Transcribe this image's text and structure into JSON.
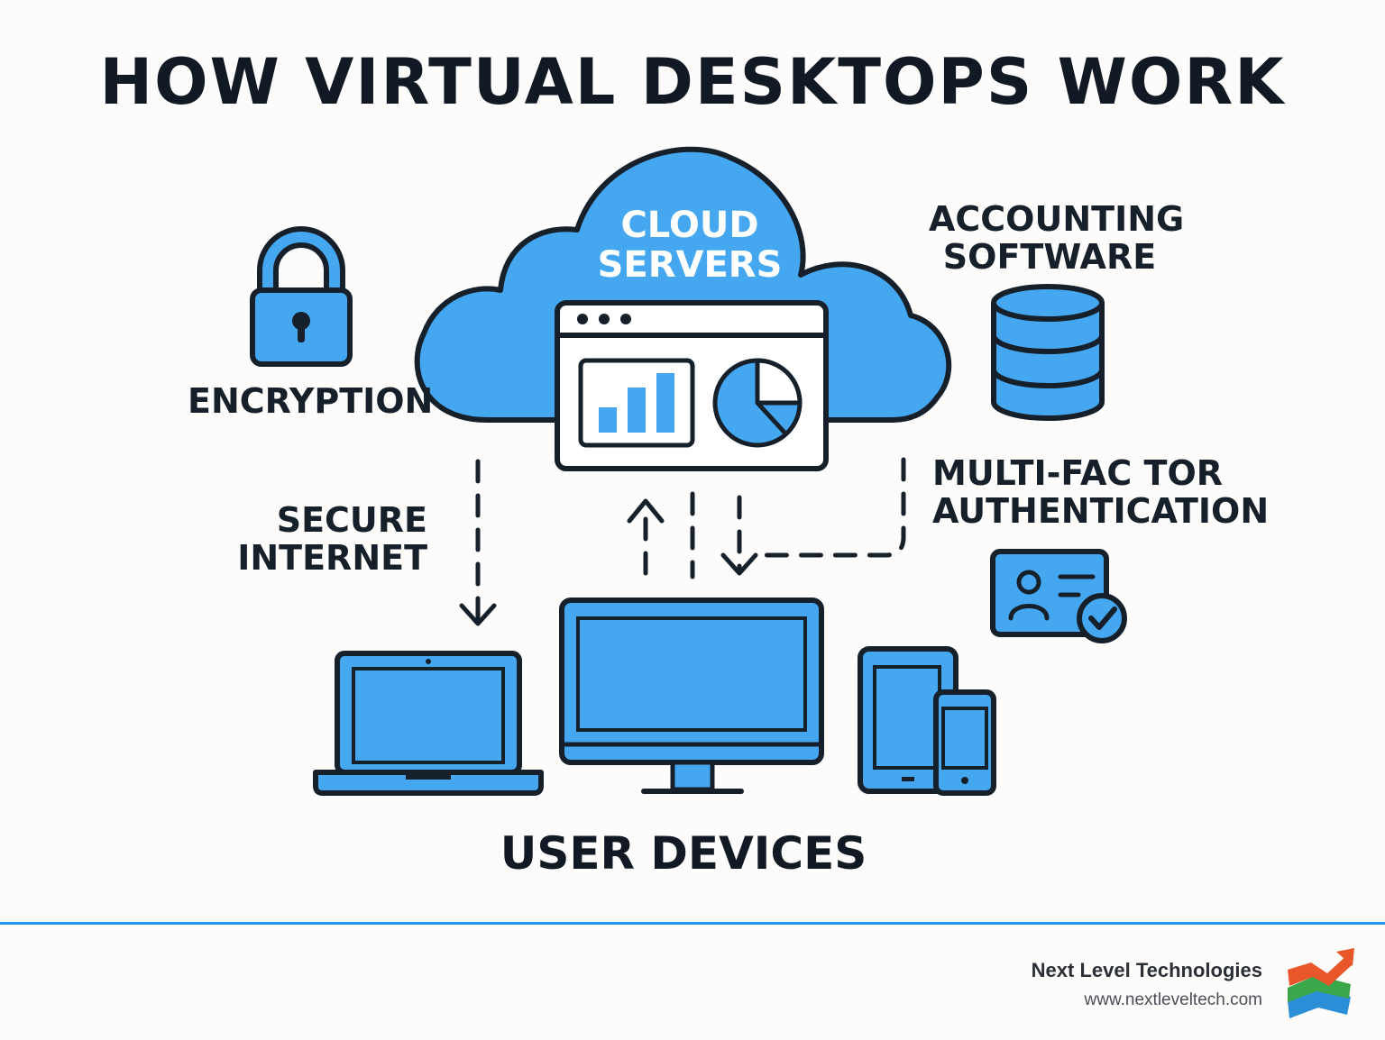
{
  "title": "HOW VIRTUAL DESKTOPS WORK",
  "labels": {
    "cloud_line1": "CLOUD",
    "cloud_line2": "SERVERS",
    "encryption": "ENCRYPTION",
    "accounting_line1": "ACCOUNTING",
    "accounting_line2": "SOFTWARE",
    "secure_line1": "SECURE",
    "secure_line2": "INTERNET",
    "mfa_line1": "MULTI-FAC TOR",
    "mfa_line2": "AUTHENTICATION",
    "devices": "USER DEVICES"
  },
  "footer": {
    "brand": "Next Level Technologies",
    "url": "www.nextleveltech.com"
  },
  "icons": [
    "cloud-icon",
    "dashboard-window-icon",
    "padlock-icon",
    "database-icon",
    "id-card-check-icon",
    "laptop-icon",
    "desktop-monitor-icon",
    "tablet-phone-icon",
    "company-logo"
  ],
  "colors": {
    "accent_blue": "#45a7f0",
    "outline": "#16202b",
    "footer_rule": "#2196f3",
    "background": "#fdfcfb"
  }
}
